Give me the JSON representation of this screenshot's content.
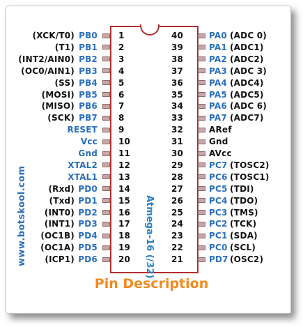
{
  "chip_name": "Atmega-16 (/32)",
  "website": "www.botskool.com",
  "caption": "Pin Description",
  "colors": {
    "pin_name": "#2a6fbf",
    "caption": "#f08a1e",
    "outline": "#b03030"
  },
  "left_pins": [
    {
      "num": "1",
      "name": "PB0",
      "alt": "(XCK/T0)"
    },
    {
      "num": "2",
      "name": "PB1",
      "alt": "(T1)"
    },
    {
      "num": "3",
      "name": "PB2",
      "alt": "(INT2/AIN0)"
    },
    {
      "num": "4",
      "name": "PB3",
      "alt": "(OC0/AIN1)"
    },
    {
      "num": "5",
      "name": "PB4",
      "alt": "(SS)"
    },
    {
      "num": "6",
      "name": "PB5",
      "alt": "(MOSI)"
    },
    {
      "num": "7",
      "name": "PB6",
      "alt": "(MISO)"
    },
    {
      "num": "8",
      "name": "PB7",
      "alt": "(SCK)"
    },
    {
      "num": "9",
      "name": "RESET",
      "alt": ""
    },
    {
      "num": "10",
      "name": "Vcc",
      "alt": ""
    },
    {
      "num": "11",
      "name": "Gnd",
      "alt": ""
    },
    {
      "num": "12",
      "name": "XTAL2",
      "alt": ""
    },
    {
      "num": "13",
      "name": "XTAL1",
      "alt": ""
    },
    {
      "num": "14",
      "name": "PD0",
      "alt": "(Rxd)"
    },
    {
      "num": "15",
      "name": "PD1",
      "alt": "(Txd)"
    },
    {
      "num": "16",
      "name": "PD2",
      "alt": "(INT0)"
    },
    {
      "num": "17",
      "name": "PD3",
      "alt": "(INT1)"
    },
    {
      "num": "18",
      "name": "PD4",
      "alt": "(OC1B)"
    },
    {
      "num": "19",
      "name": "PD5",
      "alt": "(OC1A)"
    },
    {
      "num": "20",
      "name": "PD6",
      "alt": "(ICP1)"
    }
  ],
  "right_pins": [
    {
      "num": "40",
      "name": "PA0",
      "alt": "(ADC 0)"
    },
    {
      "num": "39",
      "name": "PA1",
      "alt": "(ADC1)"
    },
    {
      "num": "38",
      "name": "PA2",
      "alt": "(ADC2)"
    },
    {
      "num": "37",
      "name": "PA3",
      "alt": "(ADC 3)"
    },
    {
      "num": "36",
      "name": "PA4",
      "alt": "(ADC4)"
    },
    {
      "num": "35",
      "name": "PA5",
      "alt": "(ADC5)"
    },
    {
      "num": "34",
      "name": "PA6",
      "alt": "(ADC 6)"
    },
    {
      "num": "33",
      "name": "PA7",
      "alt": "(ADC7)"
    },
    {
      "num": "32",
      "name": "ARef",
      "alt": ""
    },
    {
      "num": "31",
      "name": "Gnd",
      "alt": ""
    },
    {
      "num": "30",
      "name": "AVcc",
      "alt": ""
    },
    {
      "num": "29",
      "name": "PC7",
      "alt": "(TOSC2)"
    },
    {
      "num": "28",
      "name": "PC6",
      "alt": "(TOSC1)"
    },
    {
      "num": "27",
      "name": "PC5",
      "alt": "(TDI)"
    },
    {
      "num": "26",
      "name": "PC4",
      "alt": "(TDO)"
    },
    {
      "num": "25",
      "name": "PC3",
      "alt": "(TMS)"
    },
    {
      "num": "24",
      "name": "PC2",
      "alt": "(TCK)"
    },
    {
      "num": "23",
      "name": "PC1",
      "alt": "(SDA)"
    },
    {
      "num": "22",
      "name": "PC0",
      "alt": "(SCL)"
    },
    {
      "num": "21",
      "name": "PD7",
      "alt": "(OSC2)"
    }
  ]
}
